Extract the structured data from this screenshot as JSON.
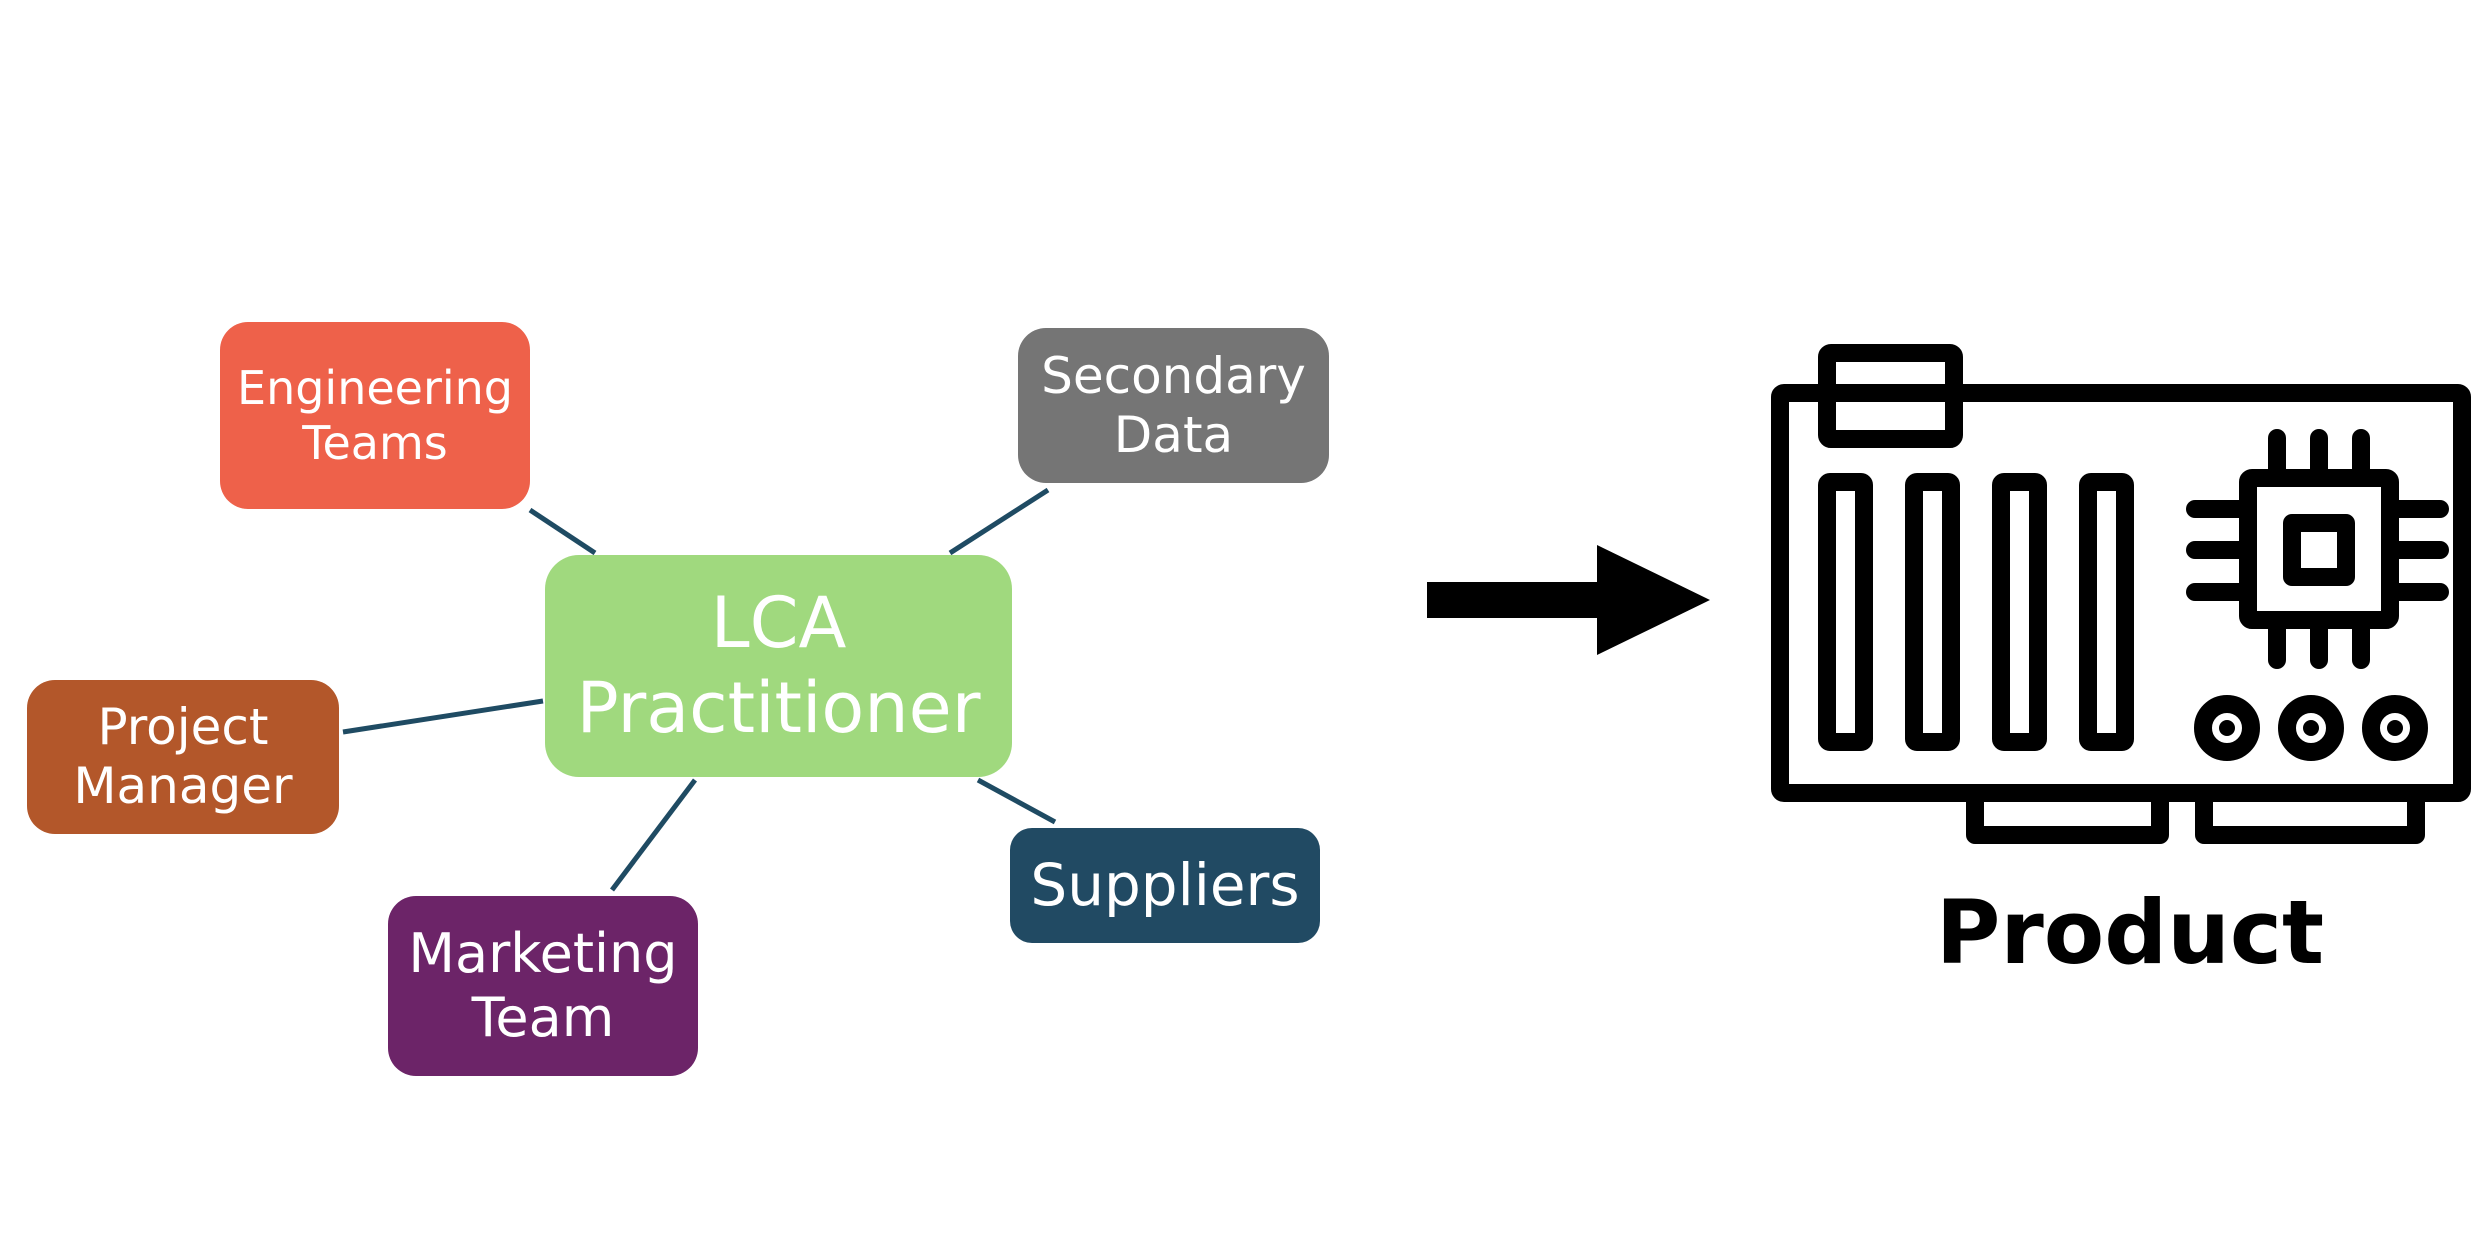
{
  "diagram": {
    "center": {
      "lines": [
        "LCA",
        "Practitioner"
      ],
      "color": "#a0d97e"
    },
    "stakeholders": {
      "engineering": {
        "lines": [
          "Engineering",
          "Teams"
        ],
        "color": "#ee614a"
      },
      "secondary": {
        "lines": [
          "Secondary",
          "Data"
        ],
        "color": "#757575"
      },
      "project": {
        "lines": [
          "Project",
          "Manager"
        ],
        "color": "#b3572a"
      },
      "suppliers": {
        "lines": [
          "Suppliers"
        ],
        "color": "#214a63"
      },
      "marketing": {
        "lines": [
          "Marketing",
          "Team"
        ],
        "color": "#6c2468"
      }
    },
    "connector_color": "#1f4b63",
    "arrow_color": "#000000",
    "product": {
      "label": "Product",
      "icon": "circuit-board-icon"
    }
  }
}
